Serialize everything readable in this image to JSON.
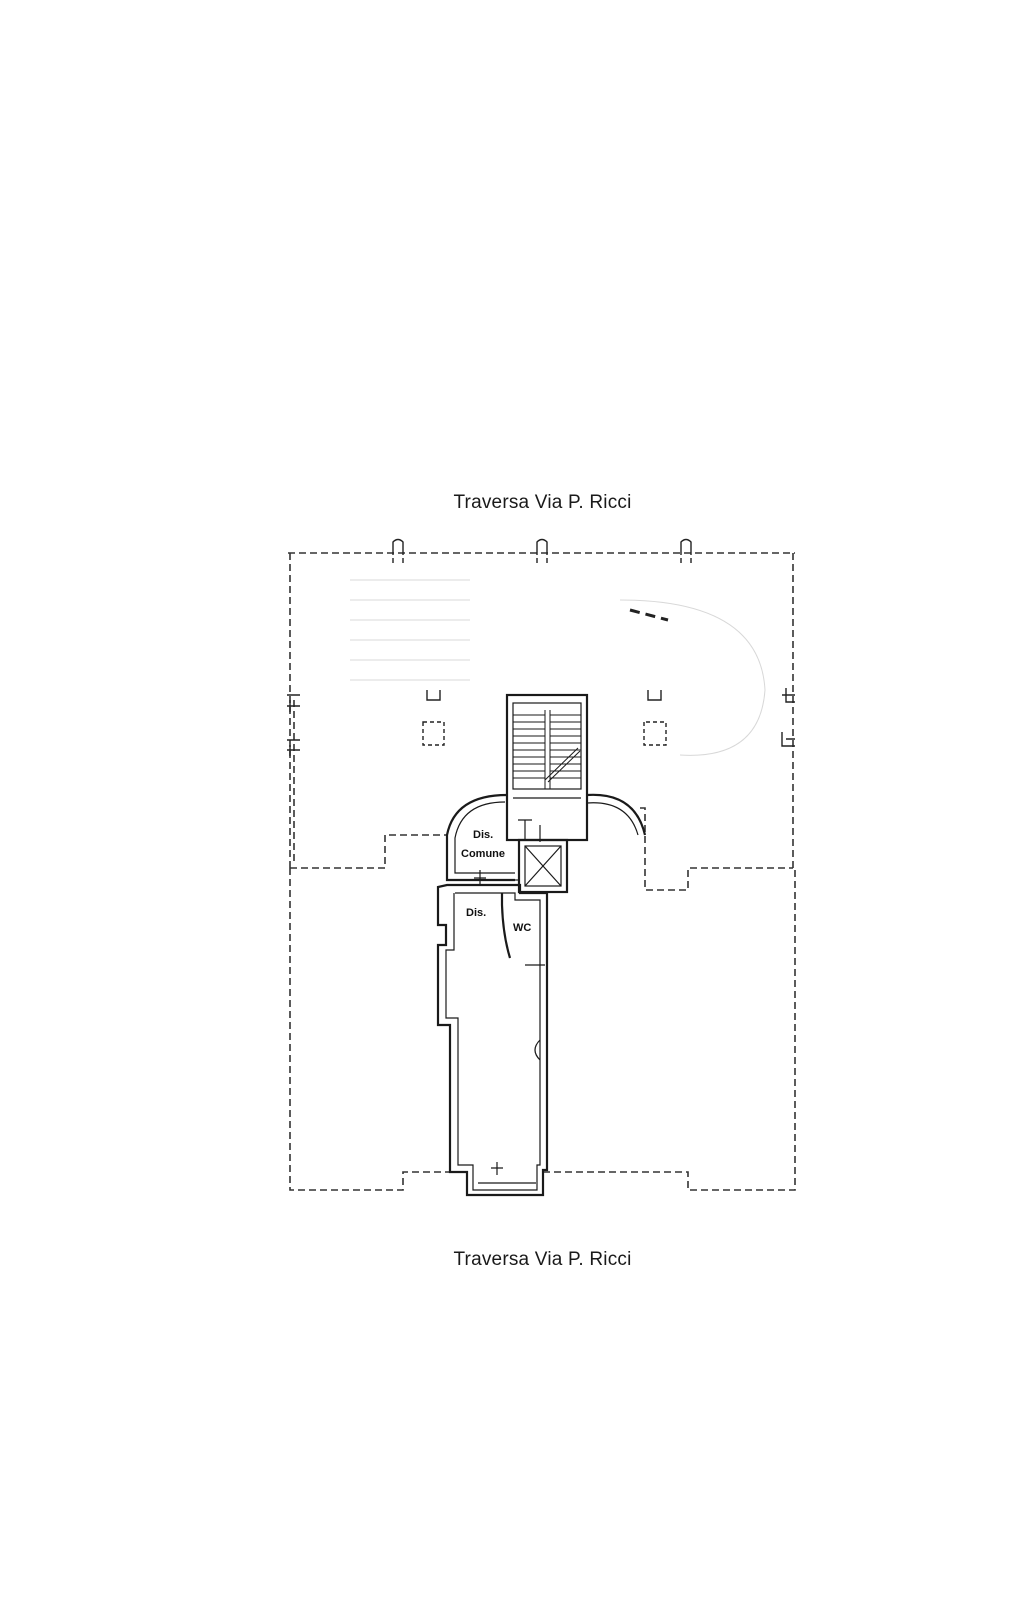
{
  "plan": {
    "street_top": "Traversa Via P. Ricci",
    "street_bottom": "Traversa Via P. Ricci",
    "rooms": {
      "dis_comune_line1": "Dis.",
      "dis_comune_line2": "Comune",
      "dis": "Dis.",
      "wc": "WC"
    }
  }
}
